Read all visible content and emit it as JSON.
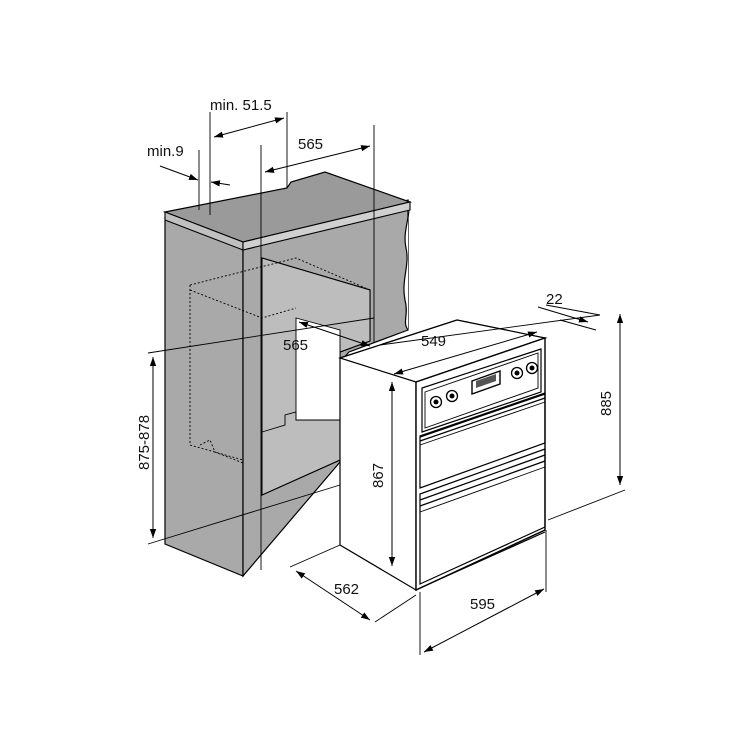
{
  "dimensions": {
    "min_51_5": "min. 51.5",
    "min_9": "min.9",
    "top_565": "565",
    "inner_565": "565",
    "height_875_878": "875-878",
    "depth_22": "22",
    "width_549": "549",
    "height_885": "885",
    "height_867": "867",
    "depth_562": "562",
    "width_595": "595"
  },
  "colors": {
    "cabinet": "#a9a9a9",
    "worktop_top": "#9a9a9a",
    "worktop_edge": "#c0c0c0",
    "oven_side": "#ffffff",
    "line": "#000000"
  }
}
